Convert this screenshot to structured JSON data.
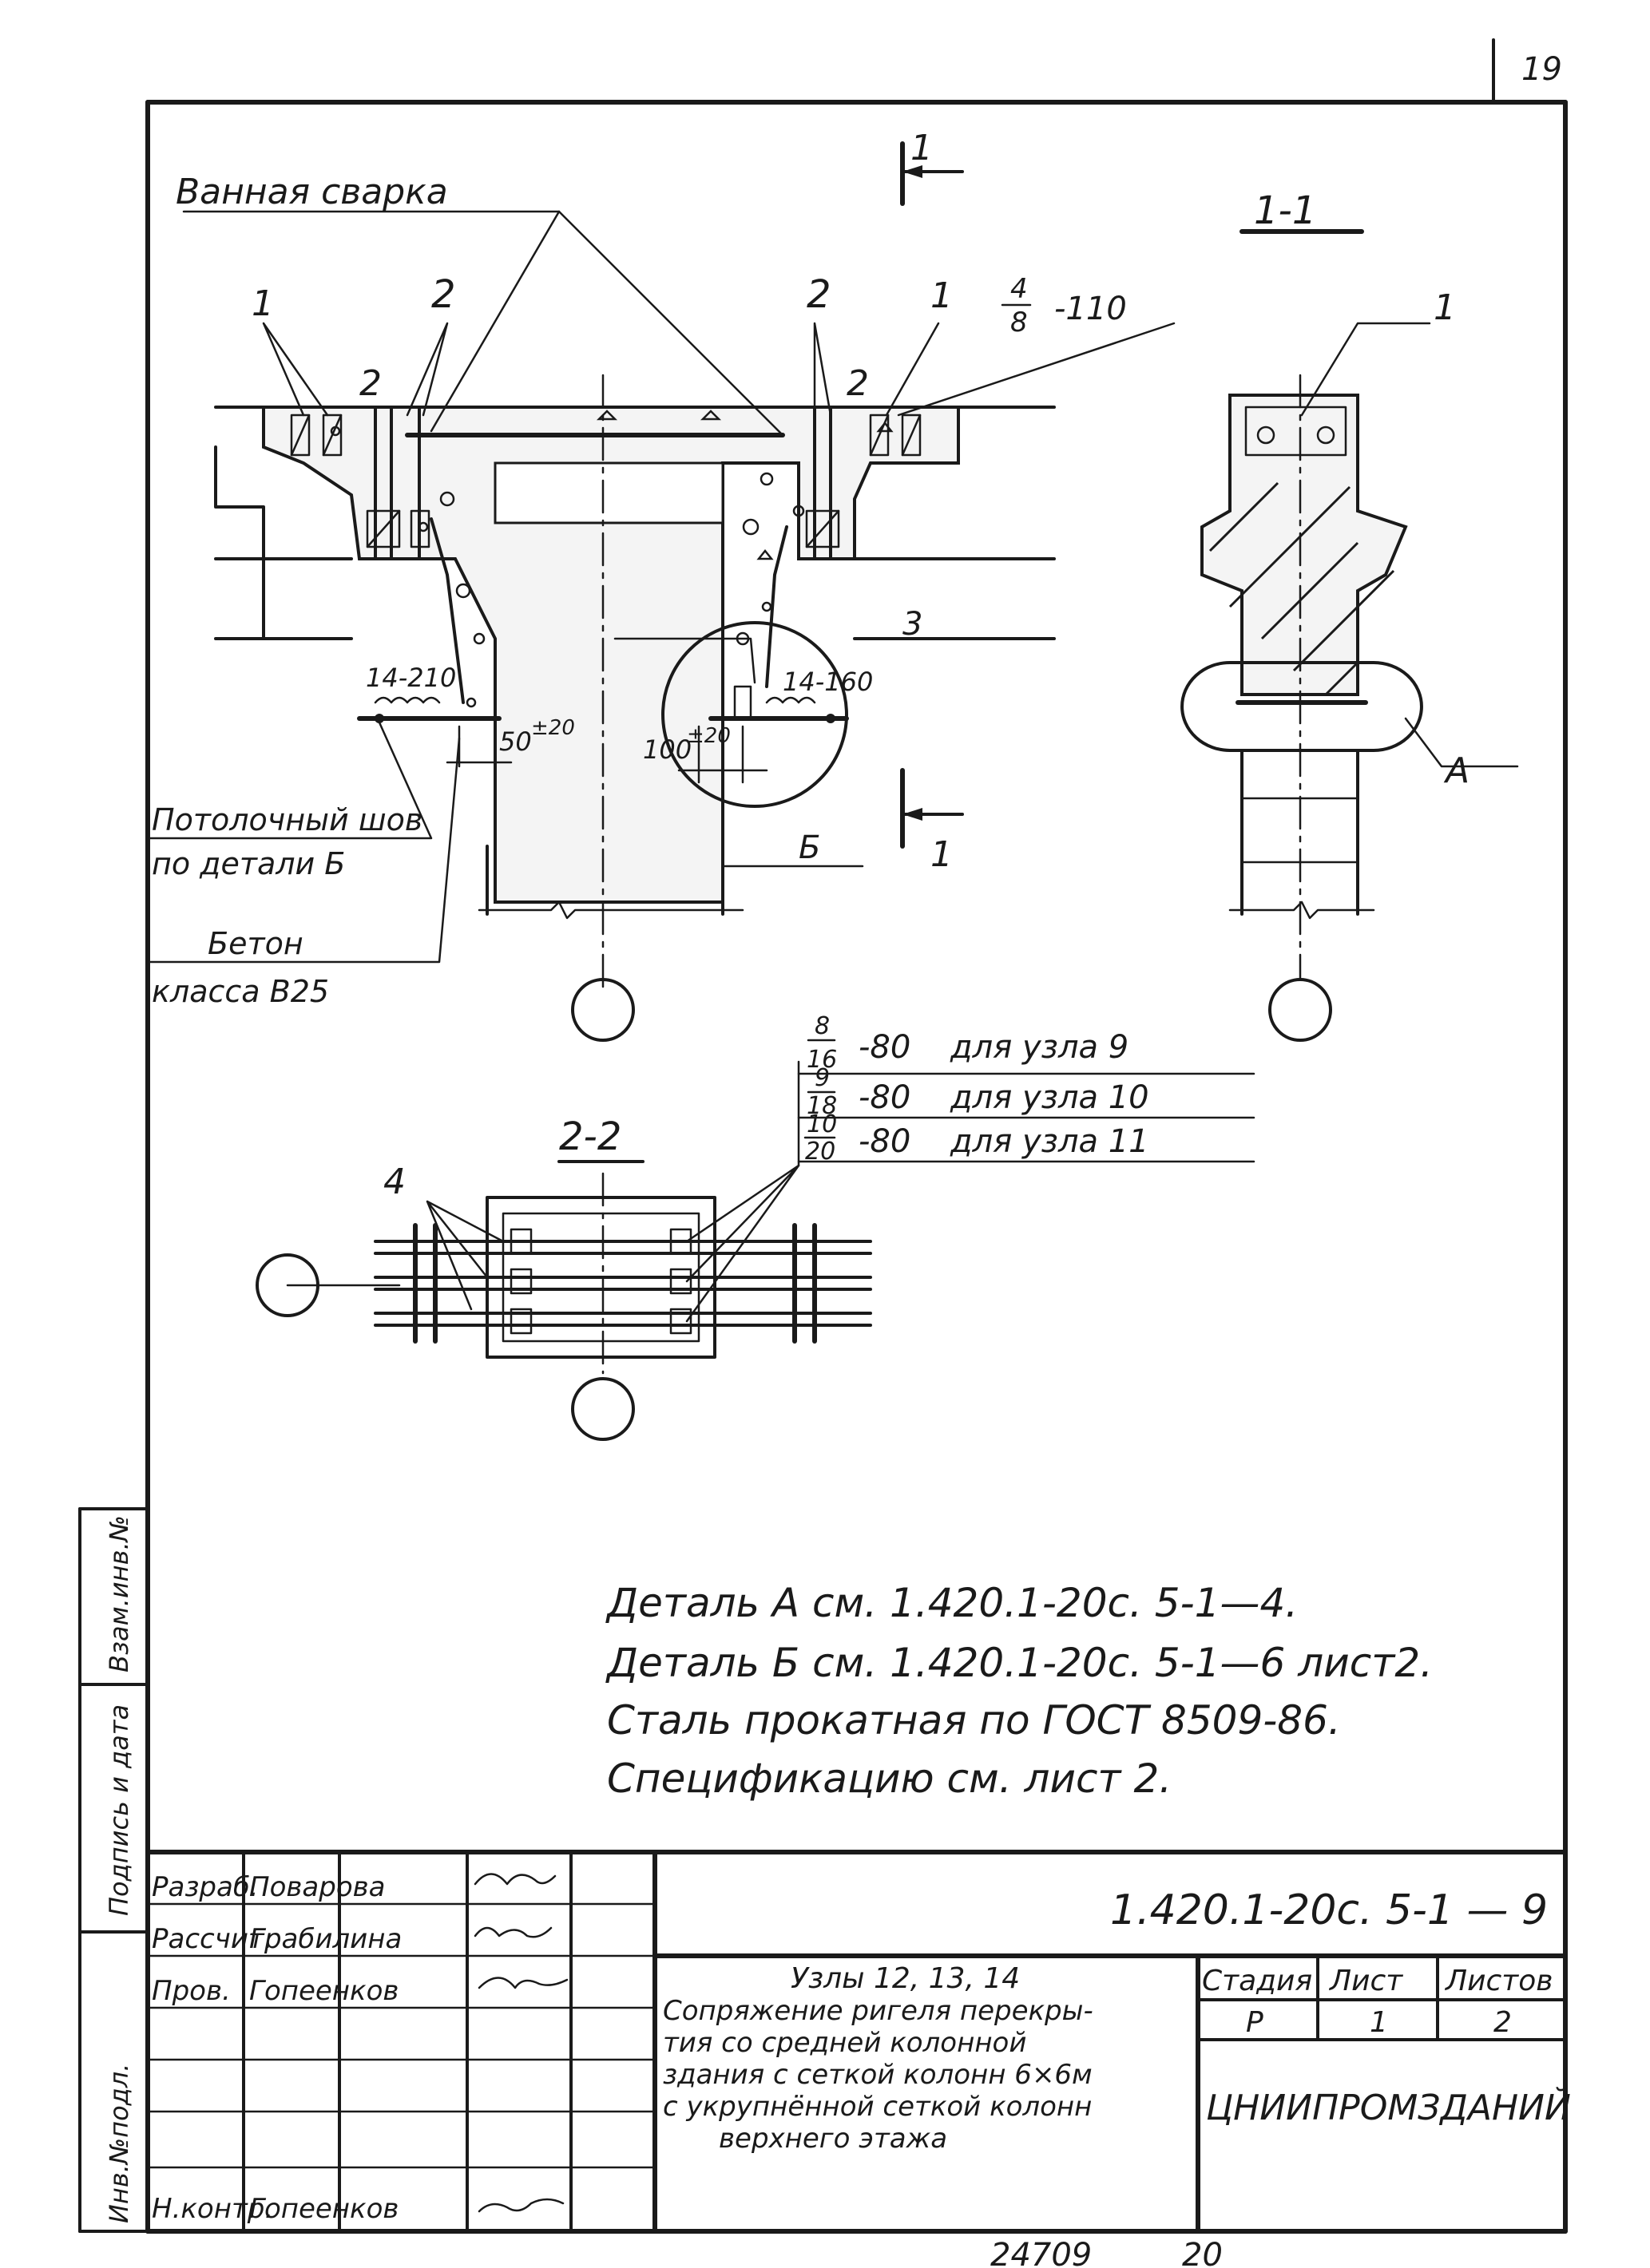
{
  "page_number": "19",
  "section_marks": {
    "top_left": "1",
    "bottom_right": "1",
    "section_1_1": "1-1",
    "section_2_2": "2-2"
  },
  "labels": {
    "weld": "Ванная сварка",
    "pos1_left": "1",
    "pos2_left_a": "2",
    "pos2_left_b": "2",
    "pos2_right_a": "2",
    "pos1_right": "1",
    "pos2_right_b": "2",
    "pos3": "3",
    "frac_4_8_num": "4",
    "frac_4_8_den": "8",
    "frac_4_8_len": "-110",
    "weld_left": "14-210",
    "weld_right": "14-160",
    "dim_left": "50",
    "dim_left_tol": "±20",
    "dim_right": "100",
    "dim_right_tol": "±20",
    "ceiling_seam_1": "Потолочный шов",
    "ceiling_seam_2": "по детали Б",
    "concrete_1": "Бетон",
    "concrete_2": "класса В25",
    "detail_b": "Б",
    "detail_a": "А",
    "pos1_section": "1",
    "pos4": "4"
  },
  "node_table": [
    {
      "num": "8",
      "den": "16",
      "len": "-80",
      "text": "для узла 9"
    },
    {
      "num": "9",
      "den": "18",
      "len": "-80",
      "text": "для узла 10"
    },
    {
      "num": "10",
      "den": "20",
      "len": "-80",
      "text": "для узла 11"
    }
  ],
  "notes": [
    "Деталь А см. 1.420.1-20с. 5-1—4.",
    "Деталь Б см. 1.420.1-20с. 5-1—6 лист2.",
    "Сталь прокатная по ГОСТ 8509-86.",
    "Спецификацию см. лист 2."
  ],
  "side_stamp": [
    "Инв.№подл.",
    "Подпись и дата",
    "Взам.инв.№"
  ],
  "title_block": {
    "roles": [
      "Разраб.",
      "Рассчит.",
      "Пров.",
      "",
      "",
      "",
      "Н.контр."
    ],
    "names": [
      "Поварова",
      "Грабилина",
      "Гопеенков",
      "",
      "",
      "",
      "Гопеенков"
    ],
    "doc_code": "1.420.1-20с. 5-1 — 9",
    "title_lines": [
      "Узлы 12, 13, 14",
      "Сопряжение ригеля перекры-",
      "тия со средней колонной",
      "здания с сеткой колонн 6×6м",
      "с укрупнённой сеткой колонн",
      "верхнего этажа"
    ],
    "stage_label": "Стадия",
    "sheet_label": "Лист",
    "sheets_label": "Листов",
    "stage": "Р",
    "sheet": "1",
    "sheets": "2",
    "org": "ЦНИИПРОМЗДАНИЙ"
  },
  "footer": {
    "inventory": "24709",
    "page": "20"
  }
}
